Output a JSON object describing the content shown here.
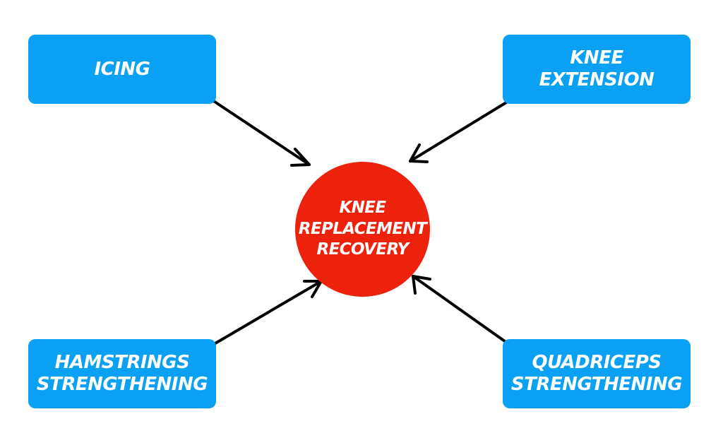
{
  "center": {
    "lines": [
      "Knee",
      "Replacement",
      "Recovery"
    ],
    "color": "#ed220d"
  },
  "nodes": {
    "top_left": {
      "lines": [
        "Icing"
      ]
    },
    "top_right": {
      "lines": [
        "Knee Extension"
      ]
    },
    "bottom_left": {
      "lines": [
        "Hamstrings",
        "Strengthening"
      ]
    },
    "bottom_right": {
      "lines": [
        "Quadriceps",
        "Strengthening"
      ]
    }
  },
  "colors": {
    "node": "#0aa0f3",
    "arrow": "#000000",
    "background": "#ffffff"
  }
}
